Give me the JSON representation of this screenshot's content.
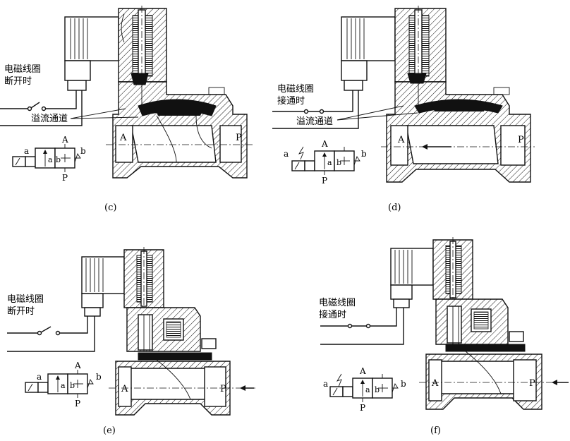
{
  "panels": [
    {
      "caption": "(c)",
      "coil_label": [
        "电磁线圈",
        "断开时"
      ],
      "channel_label": "溢流通道",
      "symbol": {
        "a": "a",
        "b": "b",
        "A": "A",
        "P": "P",
        "inner_a": "a",
        "inner_b": "b"
      },
      "port_a": "A",
      "port_p": "P"
    },
    {
      "caption": "(d)",
      "coil_label": [
        "电磁线圈",
        "接通时"
      ],
      "channel_label": "溢流通道",
      "symbol": {
        "a": "a",
        "b": "b",
        "A": "A",
        "P": "P",
        "inner_a": "a",
        "inner_b": "b"
      },
      "port_a": "A",
      "port_p": "P"
    },
    {
      "caption": "(e)",
      "coil_label": [
        "电磁线圈",
        "断开时"
      ],
      "symbol": {
        "a": "a",
        "b": "b",
        "A": "A",
        "P": "P",
        "inner_a": "a",
        "inner_b": "b"
      },
      "port_a": "A",
      "port_p": "P"
    },
    {
      "caption": "(f)",
      "coil_label": [
        "电磁线圈",
        "接通时"
      ],
      "symbol": {
        "a": "a",
        "b": "b",
        "A": "A",
        "P": "P",
        "inner_a": "a",
        "inner_b": "b"
      },
      "port_a": "A",
      "port_p": "P"
    }
  ]
}
